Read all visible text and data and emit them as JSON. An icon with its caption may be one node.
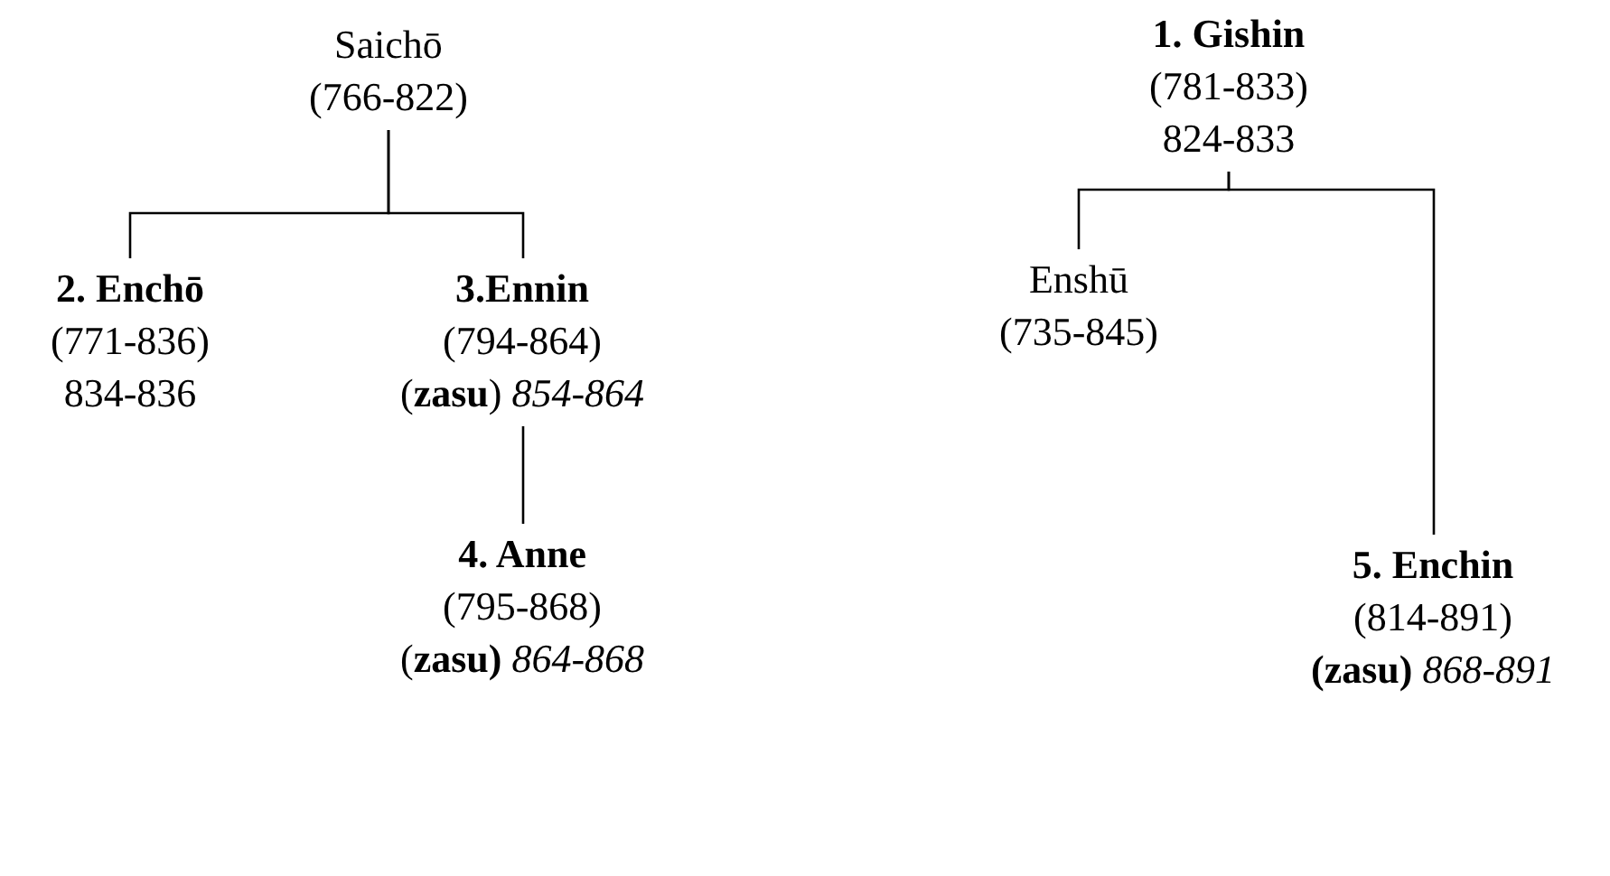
{
  "diagram": {
    "nodes": [
      {
        "text": [
          "Saichō",
          "(766-822)"
        ]
      },
      {
        "text": [
          "2. Enchō",
          "(771-836)",
          "834-836"
        ]
      },
      {
        "text": [
          "3.Ennin",
          "(794-864)",
          "(**zasu**) *854-864*"
        ]
      },
      {
        "text": [
          "4. Anne",
          "(795-868)",
          "(**zasu)** *864-868*"
        ]
      },
      {
        "text": [
          "1. Gishin",
          "(781-833)",
          "824-833"
        ]
      },
      {
        "text": [
          "Enshū",
          "(735-845)"
        ]
      },
      {
        "text": [
          "5. Enchin",
          "(814-891)",
          "**(zasu)** *868-891*"
        ]
      }
    ],
    "edges": [
      {
        "from": 0,
        "to": 1,
        "arrow": "none"
      },
      {
        "from": 0,
        "to": 2,
        "arrow": "none"
      },
      {
        "from": 2,
        "to": 3,
        "arrow": "none"
      },
      {
        "from": 4,
        "to": 5,
        "arrow": "none"
      },
      {
        "from": 4,
        "to": 6,
        "arrow": "none"
      }
    ]
  }
}
